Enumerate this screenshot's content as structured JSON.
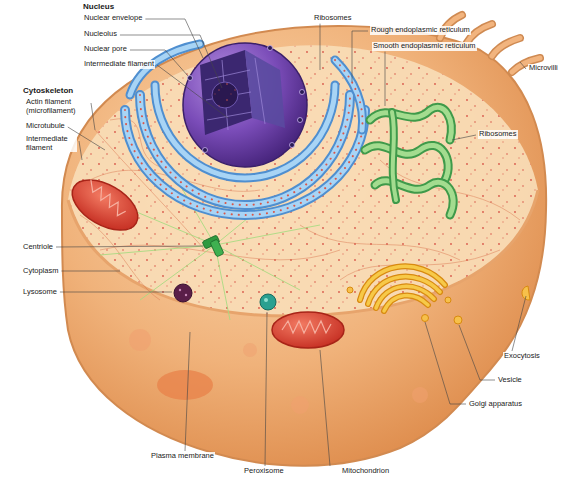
{
  "diagram": {
    "labels": [
      "Nucleus",
      "Nuclear envelope",
      "Nucleolus",
      "Nuclear pore",
      "Intermediate filament",
      "Ribosomes",
      "Rough endoplasmic reticulum",
      "Smooth endoplasmic reticulum",
      "Microvilli",
      "Cytoskeleton",
      "Actin filament (microfilament)",
      "Microtubule",
      "Intermediate filament",
      "Ribosomes",
      "Centriole",
      "Cytoplasm",
      "Lysosome",
      "Exocytosis",
      "Vesicle",
      "Golgi apparatus",
      "Plasma membrane",
      "Peroxisome",
      "Mitochondrion"
    ]
  }
}
